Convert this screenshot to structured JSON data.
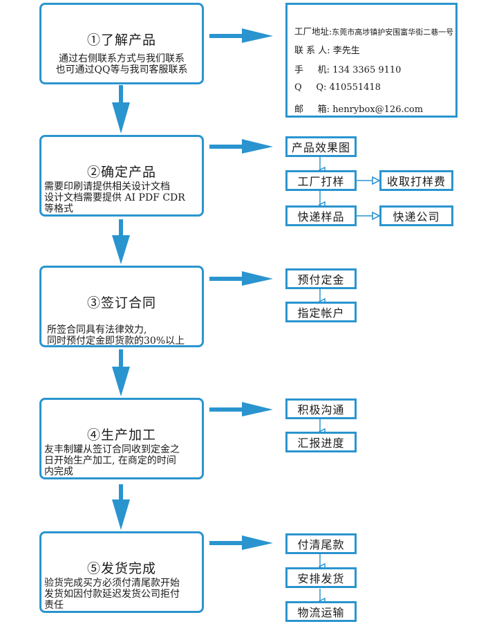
{
  "contact": {
    "address_label": "工厂地址:",
    "address_value": "东莞市高埗镇护安围富华街二巷一号",
    "person_label": "联 系 人:",
    "person_value": "李先生",
    "phone_label": "手     机:",
    "phone_value": "134 3365 9110",
    "qq_label": "Q     Q:",
    "qq_value": "410551418",
    "email_label": "邮     箱:",
    "email_value": "henrybox@126.com"
  },
  "steps": [
    {
      "title": "①了解产品",
      "desc": "通过右侧联系方式与我们联系\n也可通过QQ等与我司客服联系"
    },
    {
      "title": "②确定产品",
      "desc": "需要印刷请提供相关设计文档\n设计文档需要提供 AI PDF CDR\n等格式"
    },
    {
      "title": "③签订合同",
      "desc": "所签合同具有法律效力,\n同时预付定金即货款的30%以上"
    },
    {
      "title": "④生产加工",
      "desc": "友丰制罐从签订合同收到定金之\n日开始生产加工, 在商定的时间\n内完成"
    },
    {
      "title": "⑤发货完成",
      "desc": "验货完成买方必须付清尾款开始\n发货如因付款延迟发货公司拒付\n责任"
    }
  ],
  "step2_boxes": {
    "effect": "产品效果图",
    "proof": "工厂打样",
    "proof_fee": "收取打样费",
    "express_sample": "快递样品",
    "express_company": "快递公司"
  },
  "step3_boxes": {
    "deposit": "预付定金",
    "account": "指定帐户"
  },
  "step4_boxes": {
    "communicate": "积极沟通",
    "report": "汇报进度"
  },
  "step5_boxes": {
    "final_payment": "付清尾款",
    "arrange": "安排发货",
    "logistics": "物流运输"
  },
  "colors": {
    "accent": "#2a94cf",
    "text": "#1a1a1a",
    "background": "#ffffff"
  }
}
